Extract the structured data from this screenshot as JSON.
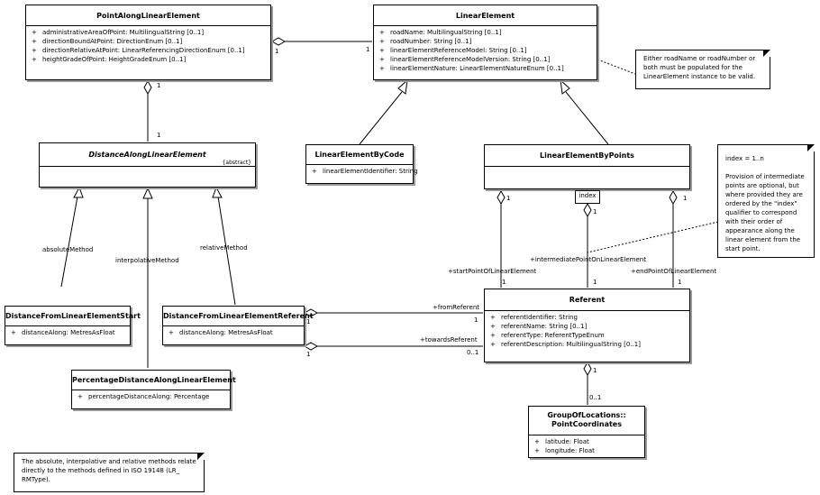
{
  "classes": {
    "point_along": {
      "name": "PointAlongLinearElement",
      "attrs": [
        "administrativeAreaOfPoint:  MultilingualString [0..1]",
        "directionBoundAtPoint:  DirectionEnum [0..1]",
        "directionRelativeAtPoint:  LinearReferencingDirectionEnum [0..1]",
        "heightGradeOfPoint:  HeightGradeEnum [0..1]"
      ]
    },
    "linear_element": {
      "name": "LinearElement",
      "attrs": [
        "roadName:  MultilingualString [0..1]",
        "roadNumber:  String [0..1]",
        "linearElementReferenceModel:  String [0..1]",
        "linearElementReferenceModelVersion:  String [0..1]",
        "linearElementNature:  LinearElementNatureEnum [0..1]"
      ]
    },
    "distance_along": {
      "name": "DistanceAlongLinearElement",
      "stereotype": "{abstract}"
    },
    "by_code": {
      "name": "LinearElementByCode",
      "attrs": [
        "linearElementIdentifier:  String"
      ]
    },
    "by_points": {
      "name": "LinearElementByPoints"
    },
    "from_start": {
      "name": "DistanceFromLinearElementStart",
      "attrs": [
        "distanceAlong:  MetresAsFloat"
      ]
    },
    "from_referent": {
      "name": "DistanceFromLinearElementReferent",
      "attrs": [
        "distanceAlong:  MetresAsFloat"
      ]
    },
    "percentage": {
      "name": "PercentageDistanceAlongLinearElement",
      "attrs": [
        "percentageDistanceAlong:  Percentage"
      ]
    },
    "referent": {
      "name": "Referent",
      "attrs": [
        "referentIdentifier:  String",
        "referentName:  String [0..1]",
        "referentType:  ReferentTypeEnum",
        "referentDescription:  MultilingualString [0..1]"
      ]
    },
    "group_locations": {
      "name_line1": "GroupOfLocations::",
      "name_line2": "PointCoordinates",
      "attrs": [
        "latitude:  Float",
        "longitude:  Float"
      ]
    }
  },
  "visibility": "+",
  "qualifier": "index",
  "notes": {
    "road_note": "Either roadName or roadNumber or both must be populated for the LinearElement instance to be valid.",
    "index_note_line1": "index = 1..n",
    "index_note_body": "Provision of intermediate points are optional, but where provided they are ordered by the \"index\" qualifier to correspond with their order of appearance along the linear element from the start point.",
    "methods_note": "The absolute, interpolative and relative methods relate directly to the methods defined in ISO 19148 (LR_ RMType)."
  },
  "labels": {
    "absolute": "absoluteMethod",
    "interpolative": "interpolativeMethod",
    "relative": "relativeMethod",
    "start_point": "+startPointOfLinearElement",
    "intermediate_point": "+intermediatePointOnLinearElement",
    "end_point": "+endPointOfLinearElement",
    "from_referent": "+fromReferent",
    "towards_referent": "+towardsReferent"
  },
  "multiplicities": {
    "one": "1",
    "zero_one": "0..1"
  }
}
